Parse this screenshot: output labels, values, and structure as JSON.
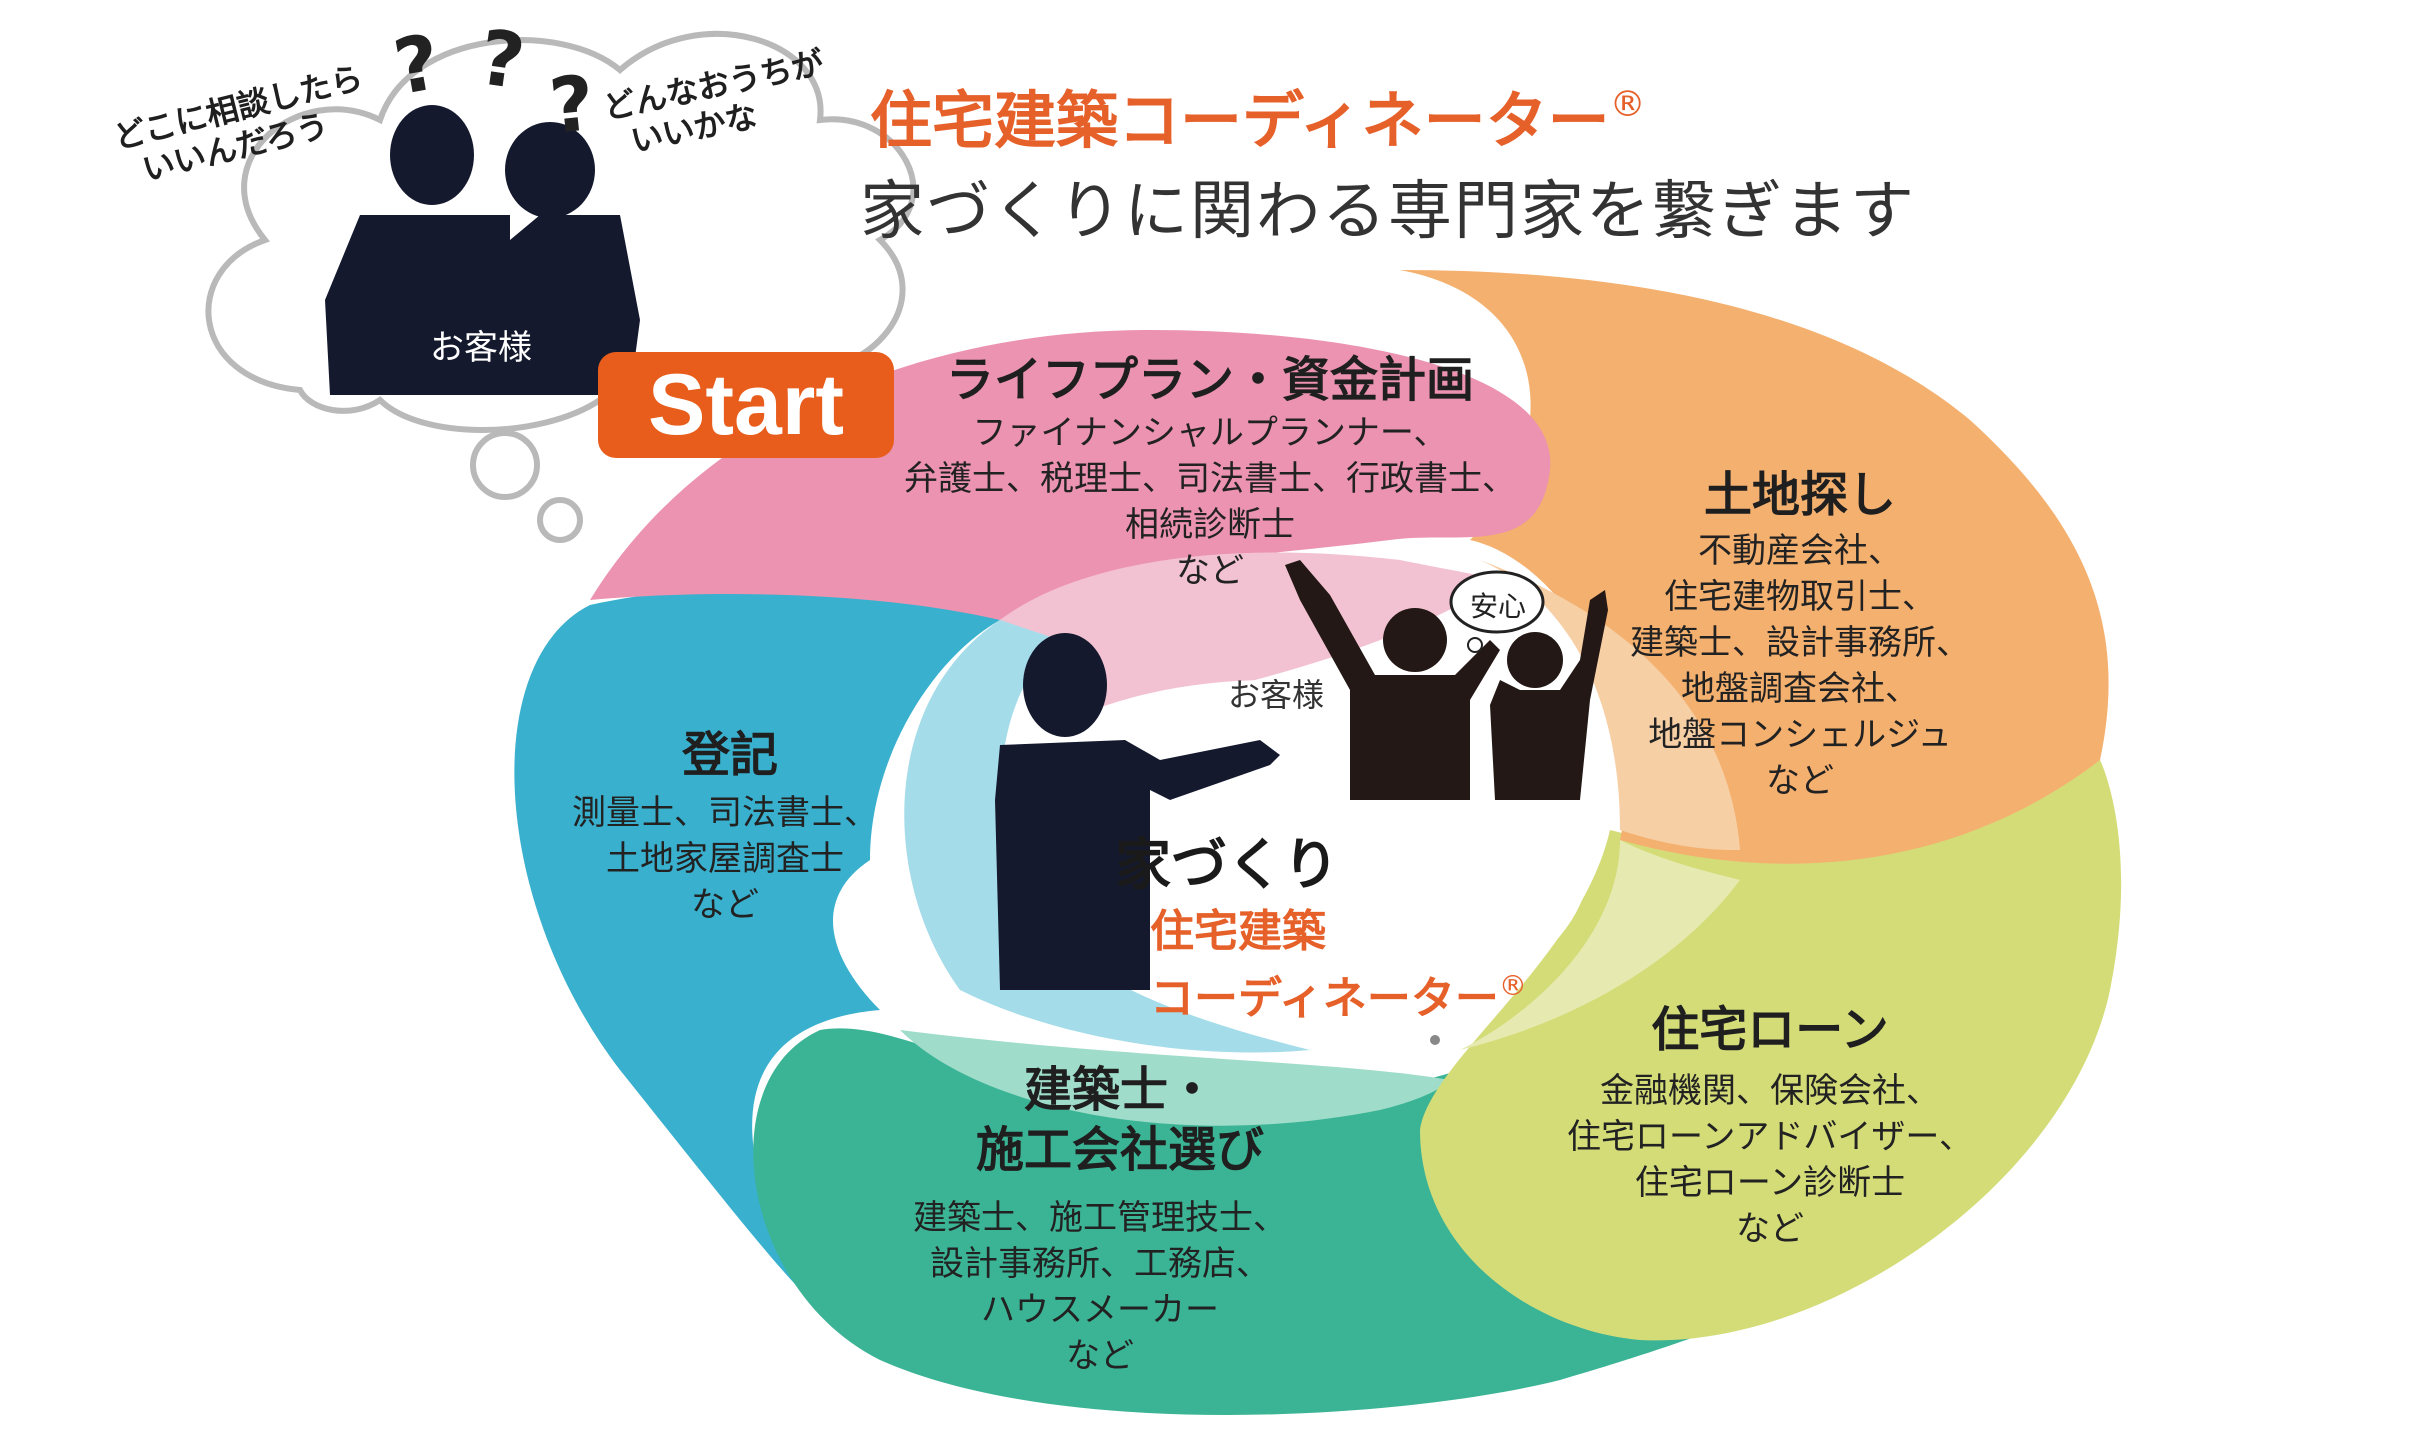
{
  "title": {
    "main": "住宅建築コーディネーター",
    "registered": "®",
    "sub": "家づくりに関わる専門家を繋ぎます"
  },
  "customer_bubble": {
    "thought_left_line1": "どこに相談したら",
    "thought_left_line2": "いいんだろう",
    "thought_right_line1": "どんなおうちが",
    "thought_right_line2": "いいかな",
    "question_mark": "?",
    "label": "お客様"
  },
  "start_label": "Start",
  "center": {
    "title": "家づくり",
    "coordinator_line1": "住宅建築",
    "coordinator_line2": "コーディネーター",
    "registered": "®",
    "customer_label": "お客様",
    "anshin_label": "安心"
  },
  "segments": {
    "lifeplan": {
      "heading": "ライフプラン・資金計画",
      "lines": [
        "ファイナンシャルプランナー、",
        "弁護士、税理士、司法書士、行政書士、",
        "相続診断士",
        "など"
      ]
    },
    "land": {
      "heading": "土地探し",
      "lines": [
        "不動産会社、",
        "住宅建物取引士、",
        "建築士、設計事務所、",
        "地盤調査会社、",
        "地盤コンシェルジュ",
        "など"
      ]
    },
    "loan": {
      "heading": "住宅ローン",
      "lines": [
        "金融機関、保険会社、",
        "住宅ローンアドバイザー、",
        "住宅ローン診断士",
        "など"
      ]
    },
    "builder": {
      "heading_line1": "建築士・",
      "heading_line2": "施工会社選び",
      "lines": [
        "建築士、施工管理技士、",
        "設計事務所、工務店、",
        "ハウスメーカー",
        "など"
      ]
    },
    "registration": {
      "heading": "登記",
      "lines": [
        "測量士、司法書士、",
        "土地家屋調査士",
        "など"
      ]
    }
  },
  "colors": {
    "pink": "#eb93b0",
    "orange": "#f4b06f",
    "yellow_green": "#d4dc78",
    "teal_green": "#3bb496",
    "blue": "#39b0ce",
    "accent_orange": "#e6602a",
    "start_orange": "#e85d1c",
    "silhouette": "#15192e"
  }
}
